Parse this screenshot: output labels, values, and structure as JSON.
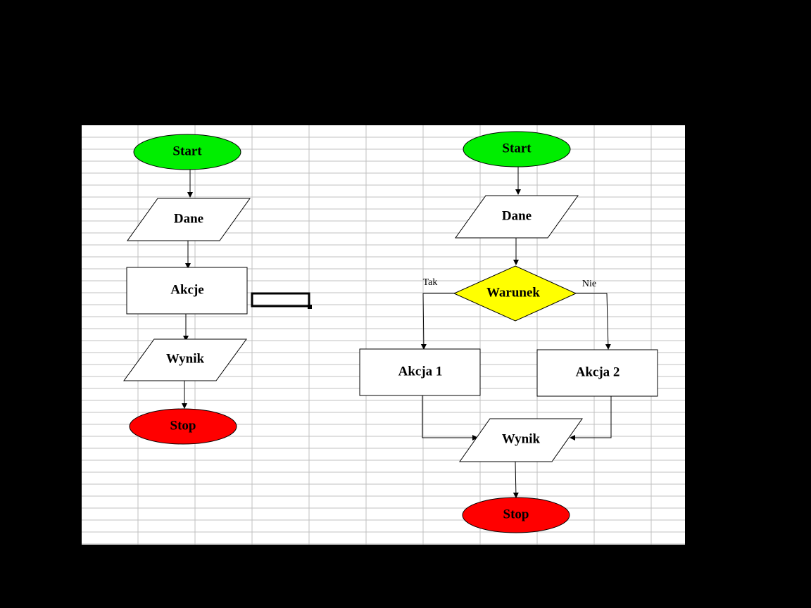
{
  "colors": {
    "terminal_start": "#00ee00",
    "terminal_stop": "#ff0000",
    "decision": "#ffff00",
    "sheet": "#ffffff",
    "grid": "#c0c0c0"
  },
  "left_flow": {
    "start": "Start",
    "input": "Dane",
    "process": "Akcje",
    "output": "Wynik",
    "stop": "Stop"
  },
  "right_flow": {
    "start": "Start",
    "input": "Dane",
    "decision": "Warunek",
    "yes_label": "Tak",
    "no_label": "Nie",
    "action1": "Akcja 1",
    "action2": "Akcja 2",
    "output": "Wynik",
    "stop": "Stop"
  }
}
